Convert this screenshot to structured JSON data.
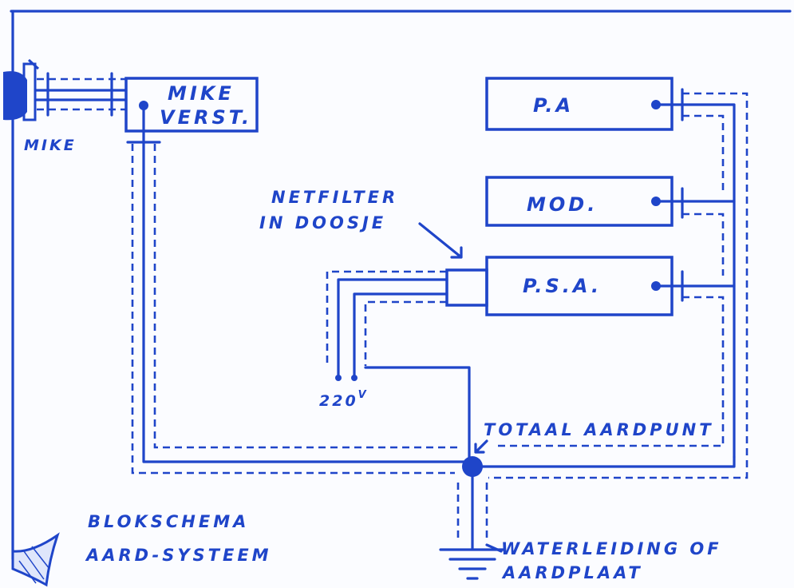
{
  "diagram": {
    "ink_color": "#1f45c9",
    "paper_color": "#fbfcff",
    "title_lines": [
      "BLOKSCHEMA",
      "AARD-SYSTEEM"
    ],
    "blocks": {
      "mike_amp": [
        "MIKE",
        "VERST."
      ],
      "pa": "P.A",
      "mod": "MOD.",
      "psa": "P.S.A."
    },
    "labels": {
      "mike": "MIKE",
      "netfilter_lines": [
        "NETFILTER",
        "IN DOOSJE"
      ],
      "mains": "220",
      "mains_sup": "V",
      "ground_point": "TOTAAL AARDPUNT",
      "water_lines": [
        "WATERLEIDING OF",
        "AARDPLAAT"
      ]
    },
    "icons": {
      "microphone": "microphone-icon",
      "ground": "earth-ground-icon",
      "page_curl": "page-curl-icon"
    }
  }
}
